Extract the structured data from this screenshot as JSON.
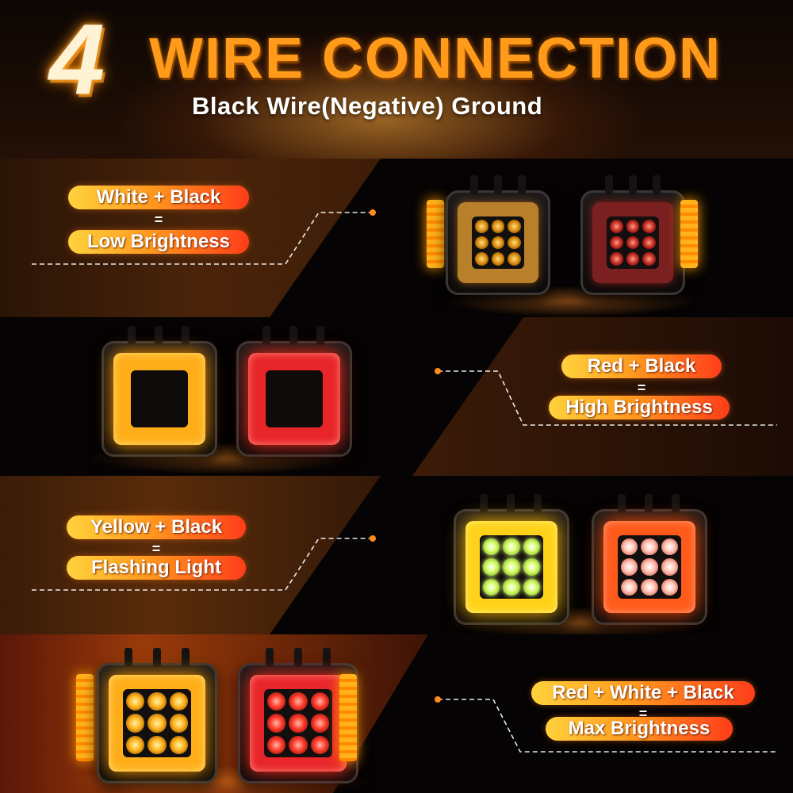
{
  "header": {
    "number": "4",
    "title": "WIRE CONNECTION",
    "subtitle": "Black Wire(Negative) Ground"
  },
  "modes": [
    {
      "combo": "White + Black",
      "equals": "=",
      "result": "Low Brightness"
    },
    {
      "combo": "Red + Black",
      "equals": "=",
      "result": "High Brightness"
    },
    {
      "combo": "Yellow + Black",
      "equals": "=",
      "result": "Flashing Light"
    },
    {
      "combo": "Red + White + Black",
      "equals": "=",
      "result": "Max Brightness"
    }
  ],
  "colors": {
    "accent": "#ff9a1a",
    "pill_start": "#ffd23c",
    "pill_end": "#ff3d1a",
    "leader_dot": "#ff8a1a"
  }
}
